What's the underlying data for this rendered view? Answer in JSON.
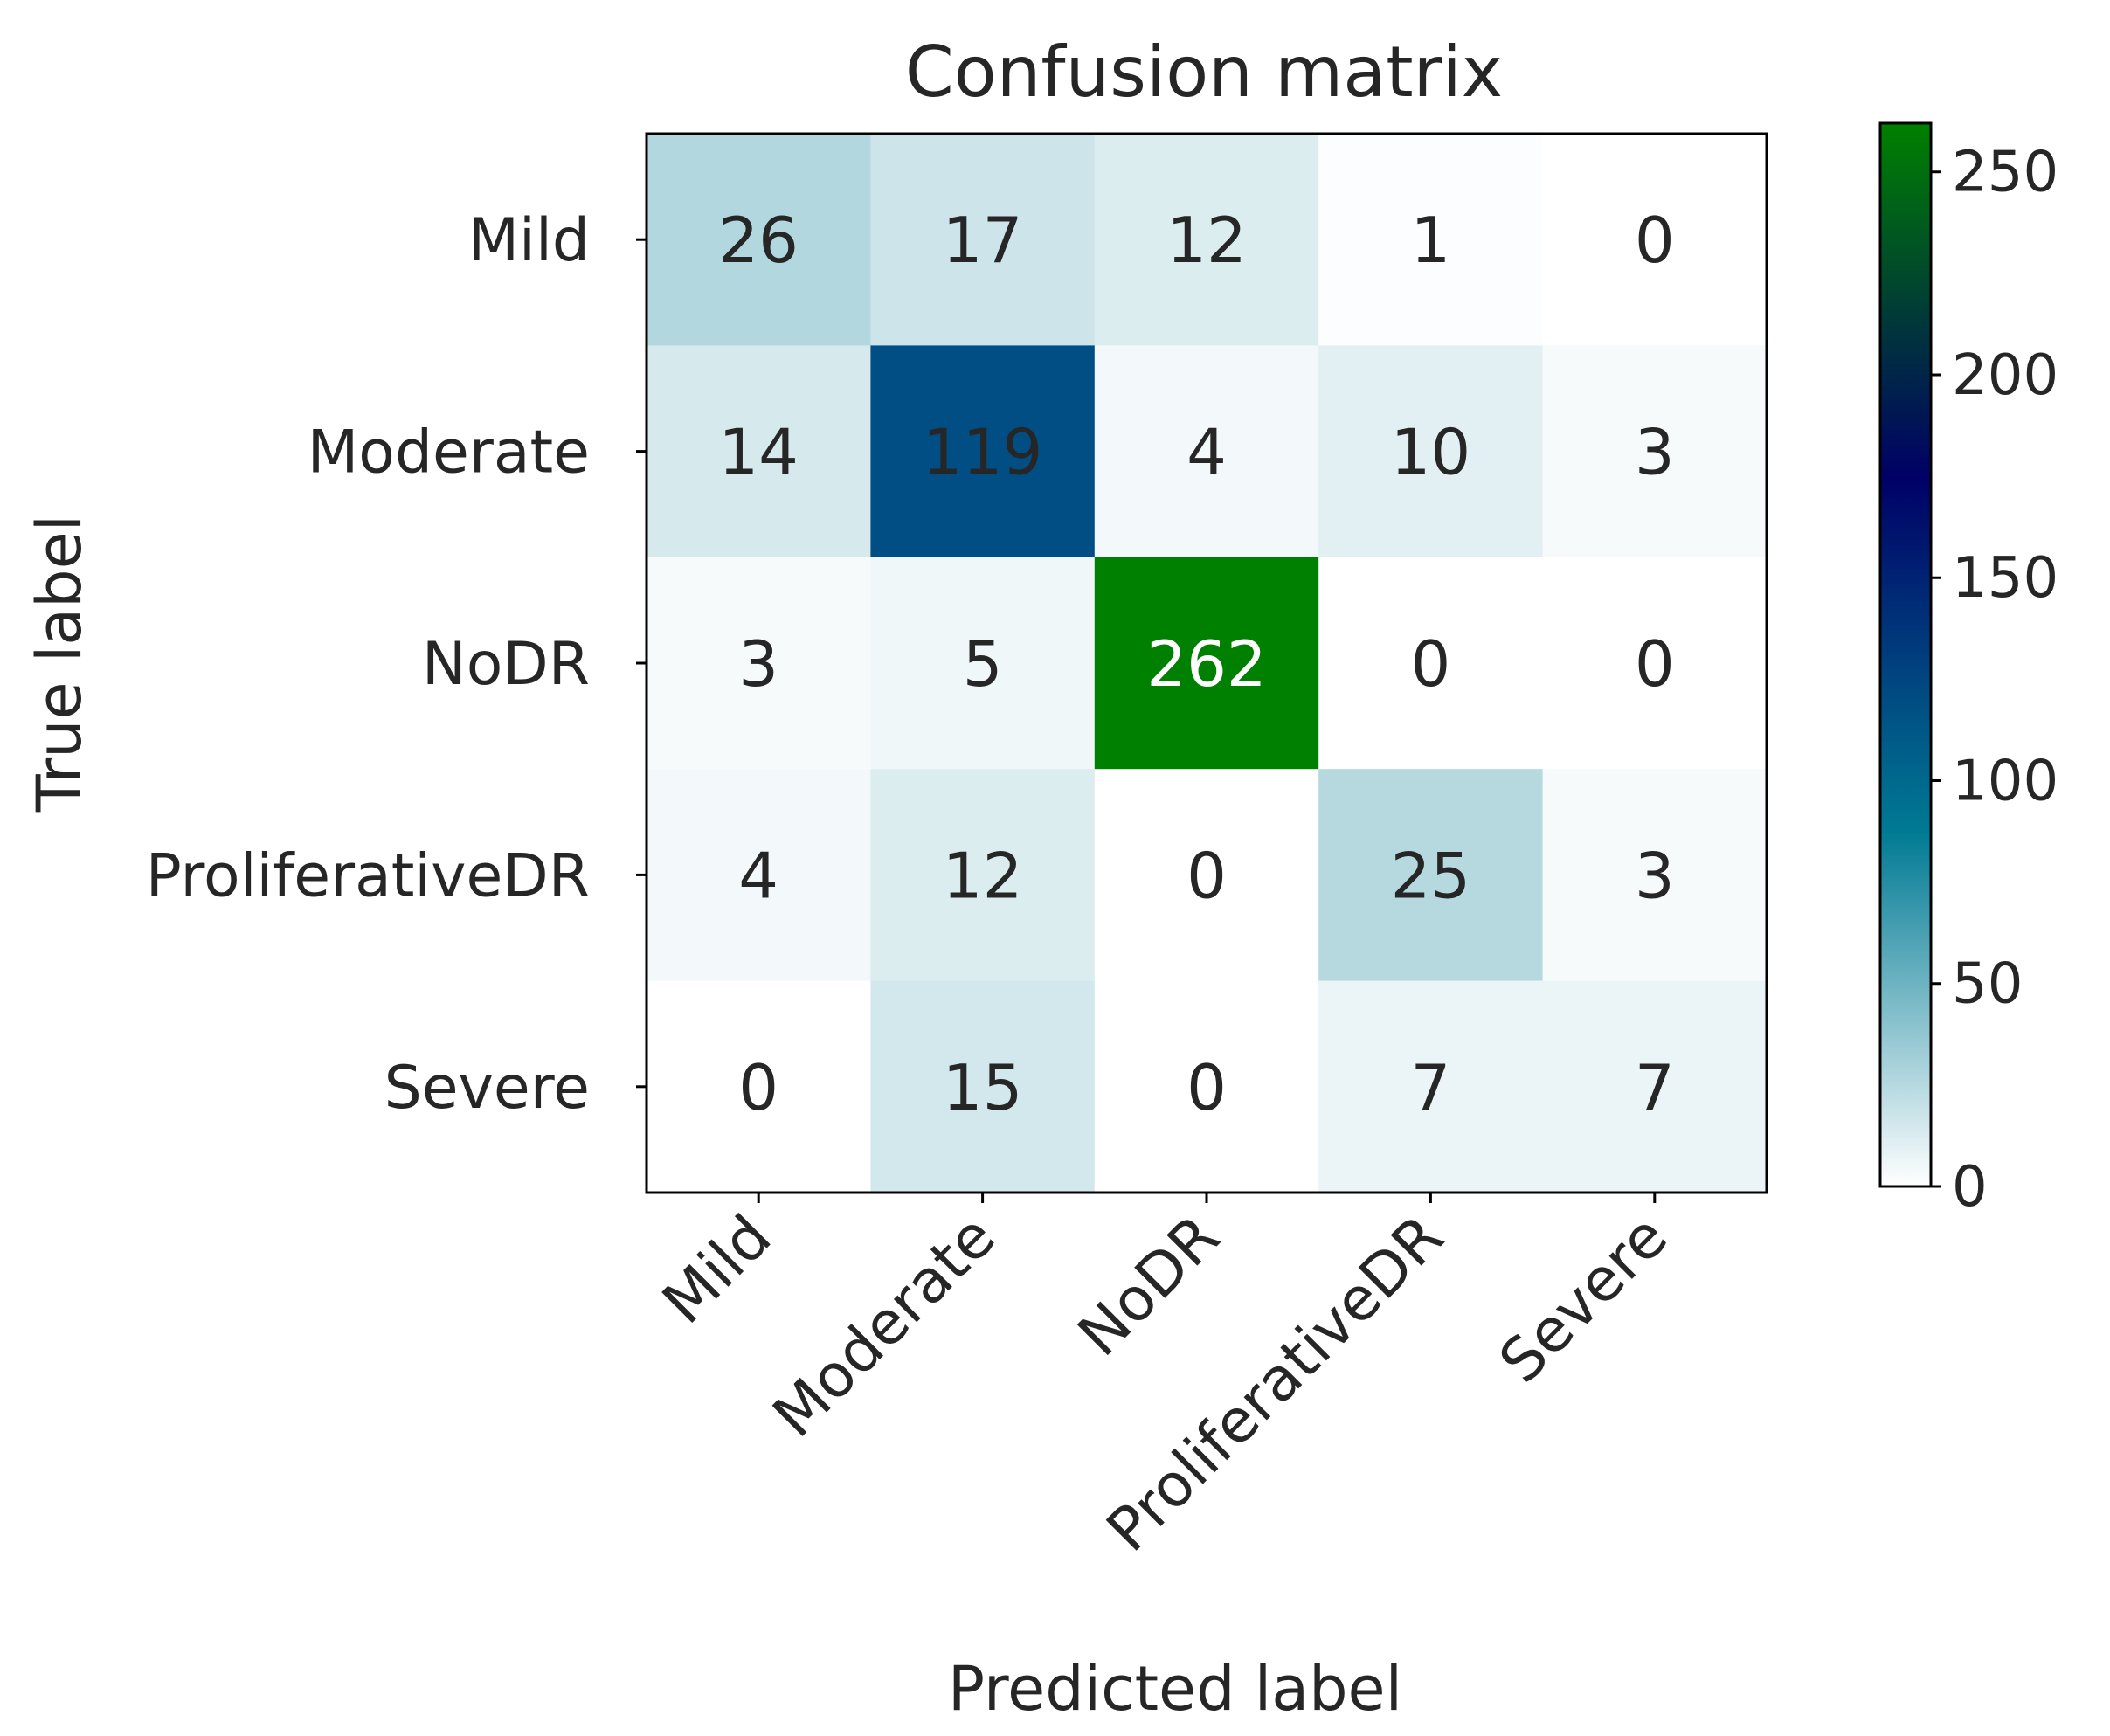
{
  "chart_data": {
    "type": "heatmap",
    "title": "Confusion matrix",
    "xlabel": "Predicted label",
    "ylabel": "True label",
    "x_categories": [
      "Mild",
      "Moderate",
      "NoDR",
      "ProliferativeDR",
      "Severe"
    ],
    "y_categories": [
      "Mild",
      "Moderate",
      "NoDR",
      "ProliferativeDR",
      "Severe"
    ],
    "values": [
      [
        26,
        17,
        12,
        1,
        0
      ],
      [
        14,
        119,
        4,
        10,
        3
      ],
      [
        3,
        5,
        262,
        0,
        0
      ],
      [
        4,
        12,
        0,
        25,
        3
      ],
      [
        0,
        15,
        0,
        7,
        7
      ]
    ],
    "colorbar": {
      "range": [
        0,
        262
      ],
      "ticks": [
        0,
        50,
        100,
        150,
        200,
        250
      ],
      "colormap": "ocean_r",
      "colors": [
        "#ffffff",
        "#007a94",
        "#000066",
        "#008000"
      ]
    }
  }
}
